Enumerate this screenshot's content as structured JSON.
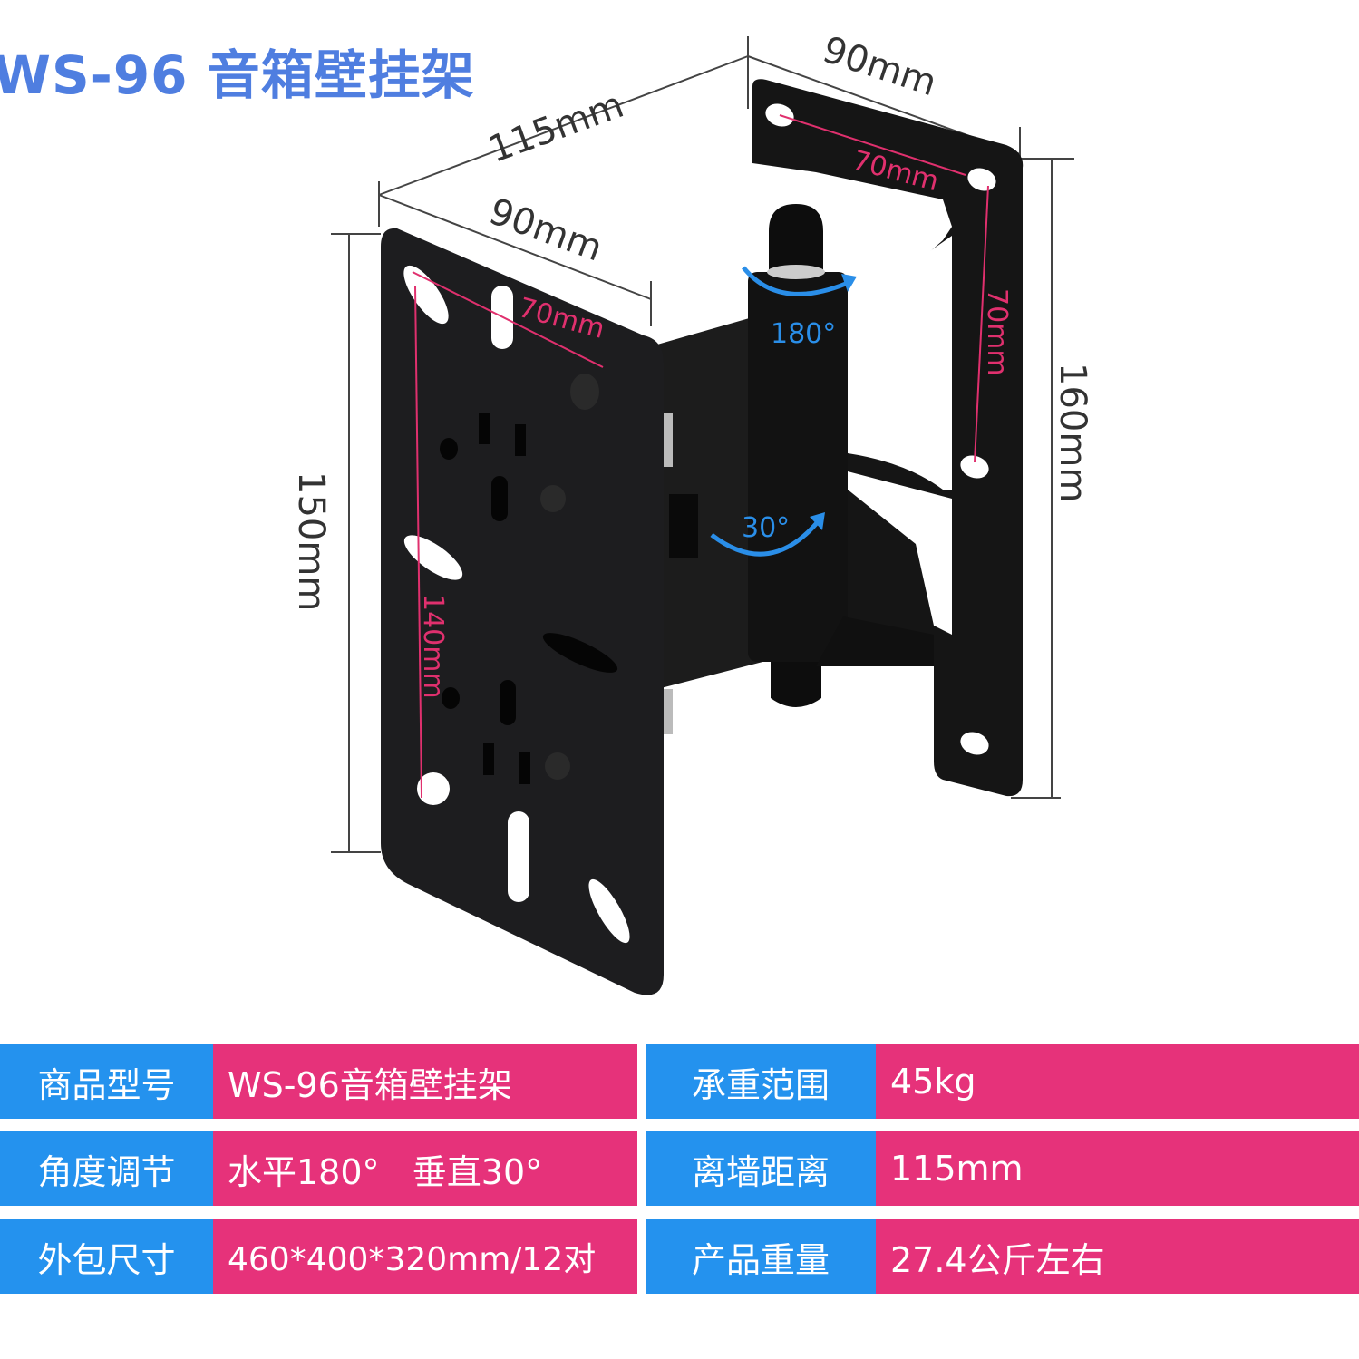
{
  "title": "WS-96 音箱壁挂架",
  "dimensions": {
    "depth": "115mm",
    "top_plate_width": "90mm",
    "front_plate_width": "90mm",
    "front_plate_height": "150mm",
    "rear_plate_height": "160mm",
    "front_hole_spacing_h": "70mm",
    "front_hole_spacing_v": "140mm",
    "rear_hole_spacing_h": "70mm",
    "rear_hole_spacing_v": "70mm",
    "rotation_horizontal": "180°",
    "rotation_vertical": "30°"
  },
  "colors": {
    "title": "#4f7ee0",
    "label_bg": "#2492ee",
    "value_bg": "#e6327a",
    "dimension_pink": "#e0306e",
    "rotation_blue": "#2a8ee8"
  },
  "specs": [
    {
      "label": "商品型号",
      "value": "WS-96音箱壁挂架",
      "label2": "承重范围",
      "value2": "45kg"
    },
    {
      "label": "角度调节",
      "value": "水平180°   垂直30°",
      "label2": "离墙距离",
      "value2": "115mm"
    },
    {
      "label": "外包尺寸",
      "value": "460*400*320mm/12对",
      "label2": "产品重量",
      "value2": "27.4公斤左右"
    }
  ]
}
